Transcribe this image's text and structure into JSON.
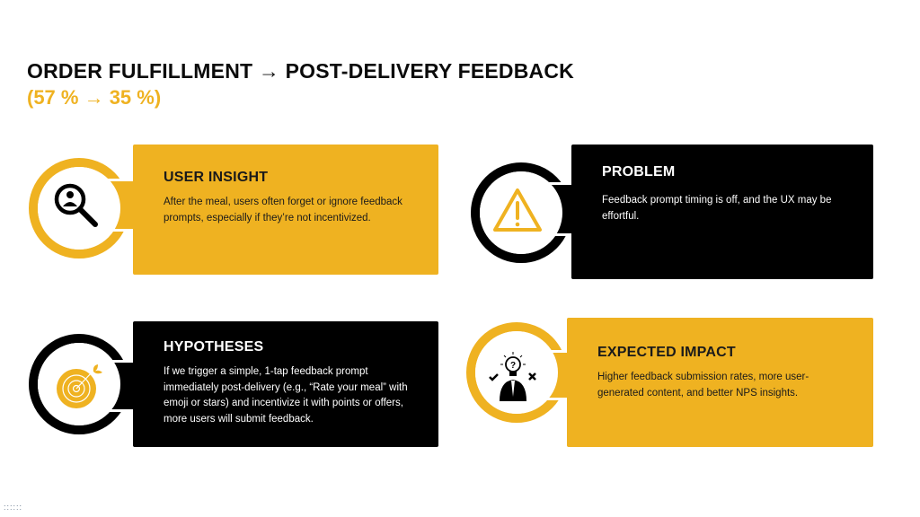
{
  "header": {
    "title": "ORDER FULFILLMENT → POST-DELIVERY FEEDBACK",
    "subtitle": "(57 % → 35 %)"
  },
  "colors": {
    "accent": "#EFB221",
    "dark": "#000000"
  },
  "cards": [
    {
      "title": "USER INSIGHT",
      "body": "After the meal, users often forget or ignore feedback prompts, especially if they’re not incentivized.",
      "icon": "magnifier-user-icon"
    },
    {
      "title": "PROBLEM",
      "body": "Feedback prompt timing is off, and the UX may be effortful.",
      "icon": "warning-icon"
    },
    {
      "title": "HYPOTHESES",
      "body": "If we trigger a simple, 1-tap feedback prompt immediately post-delivery (e.g., “Rate your meal” with emoji or stars) and incentivize it with points or offers, more users will submit feedback.",
      "icon": "target-icon"
    },
    {
      "title": "EXPECTED IMPACT",
      "body": "Higher feedback submission rates, more user-generated content, and better NPS insights.",
      "icon": "idea-person-icon"
    }
  ],
  "footer": {
    "dots": "::::::"
  }
}
